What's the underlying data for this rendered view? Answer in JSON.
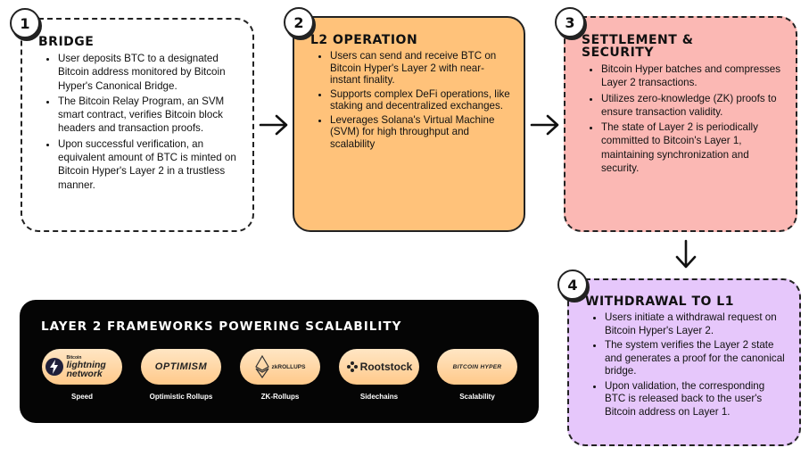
{
  "steps": [
    {
      "number": "1",
      "title": "BRIDGE",
      "items": [
        "User deposits BTC to a designated Bitcoin address monitored by Bitcoin Hyper's Canonical Bridge.",
        "The Bitcoin Relay Program, an SVM smart contract, verifies Bitcoin block headers and transaction proofs.",
        "Upon successful verification, an equivalent amount of BTC is minted on Bitcoin Hyper's Layer 2 in a trustless manner."
      ]
    },
    {
      "number": "2",
      "title": "L2 OPERATION",
      "items": [
        "Users can send and receive BTC on Bitcoin Hyper's Layer 2 with near-instant finality.",
        "Supports complex DeFi operations, like staking and decentralized exchanges.",
        "Leverages Solana's Virtual Machine (SVM) for high throughput and scalability"
      ]
    },
    {
      "number": "3",
      "title": "SETTLEMENT & SECURITY",
      "items": [
        "Bitcoin Hyper batches and compresses Layer 2 transactions.",
        "Utilizes zero-knowledge (ZK) proofs to ensure transaction validity.",
        "The state of Layer 2 is periodically committed to Bitcoin's Layer 1, maintaining synchronization and security."
      ]
    },
    {
      "number": "4",
      "title": "WITHDRAWAL TO L1",
      "items": [
        "Users initiate a withdrawal request on Bitcoin Hyper's Layer 2.",
        "The system verifies the Layer 2 state and generates a proof for the canonical bridge.",
        "Upon validation, the corresponding BTC is released back to the user's Bitcoin address on Layer 1."
      ]
    }
  ],
  "colors": {
    "step1_bg": "#ffffff",
    "step2_bg": "#ffc27a",
    "step3_bg": "#fbb8b4",
    "step4_bg": "#e6c7fb",
    "panel_bg": "#050505",
    "pill": "#ffd9a8"
  },
  "frameworks_panel": {
    "title": "LAYER 2 FRAMEWORKS POWERING SCALABILITY",
    "items": [
      {
        "logo": "lightning network",
        "logo_tag": "Bitcoin",
        "caption": "Speed",
        "icon": "lightning-bolt-icon"
      },
      {
        "logo": "OPTIMISM",
        "caption": "Optimistic Rollups",
        "icon": "optimism-logo"
      },
      {
        "logo": "zkROLLUPS",
        "caption": "ZK-Rollups",
        "icon": "ethereum-diamond-icon"
      },
      {
        "logo": "Rootstock",
        "caption": "Sidechains",
        "icon": "rootstock-logo-icon"
      },
      {
        "logo": "BITCOIN HYPER",
        "caption": "Scalability",
        "icon": "bitcoin-hyper-logo"
      }
    ]
  }
}
